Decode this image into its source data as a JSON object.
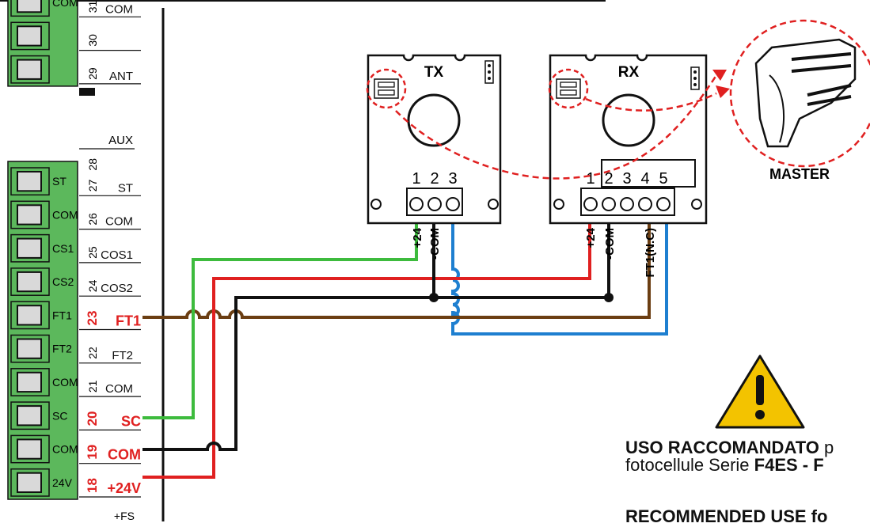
{
  "terminal_block_top": {
    "labels": [
      "COM",
      "",
      ""
    ],
    "numbers": [
      "31",
      "30",
      "29"
    ],
    "wire_labels": [
      "COM",
      "",
      "ANT"
    ]
  },
  "terminal_block": {
    "labels": [
      "ST",
      "COM",
      "CS1",
      "CS2",
      "FT1",
      "FT2",
      "COM",
      "SC",
      "COM",
      "24V"
    ],
    "numbers": [
      "27",
      "26",
      "25",
      "24",
      "23",
      "22",
      "21",
      "20",
      "19",
      "18"
    ],
    "wire_labels": [
      "ST",
      "COM",
      "COS1",
      "COS2",
      "FT1",
      "FT2",
      "COM",
      "SC",
      "COM",
      "+24V"
    ]
  },
  "aux_label": "AUX",
  "aux_number": "28",
  "bottom_label": "+FS",
  "tx": {
    "title": "TX",
    "terminal_numbers": [
      "1",
      "2",
      "3"
    ],
    "wire_labels": [
      "+24",
      "-COM"
    ]
  },
  "rx": {
    "title": "RX",
    "terminal_numbers": [
      "1",
      "2",
      "3",
      "4",
      "5"
    ],
    "wire_labels": [
      "+24",
      "-COM",
      "FT1(N.C)"
    ]
  },
  "master": {
    "label": "MASTER"
  },
  "note": {
    "line1_bold": "USO RACCOMANDATO",
    "line1_rest": " p",
    "line2_text": "fotocellule Serie ",
    "line2_bold": "F4ES - F",
    "line3_bold": "RECOMMENDED USE fo"
  },
  "colors": {
    "terminal_green": "#5cb85c",
    "wire_red": "#e02020",
    "wire_green": "#3dbb3d",
    "wire_blue": "#1e7fd0",
    "wire_brown": "#6b3e12",
    "wire_black": "#111111",
    "highlight_red": "#e02020",
    "warning_yellow": "#f3c300"
  }
}
